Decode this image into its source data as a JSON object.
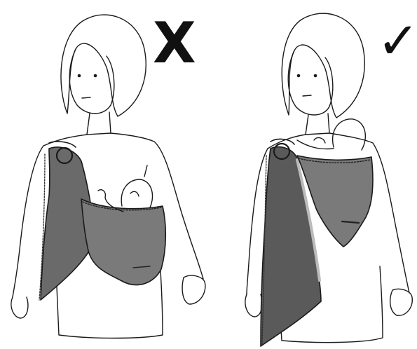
{
  "panels": [
    {
      "verdict": "incorrect",
      "mark_symbol": "X",
      "icon": "x-mark-icon"
    },
    {
      "verdict": "correct",
      "mark_symbol": "✓",
      "icon": "check-mark-icon"
    }
  ],
  "colors": {
    "line": "#1a1a1a",
    "fabric_dark": "#5a5a5a",
    "fabric_mid": "#7a7a7a",
    "fabric_light": "#9a9a9a",
    "background": "#ffffff"
  }
}
